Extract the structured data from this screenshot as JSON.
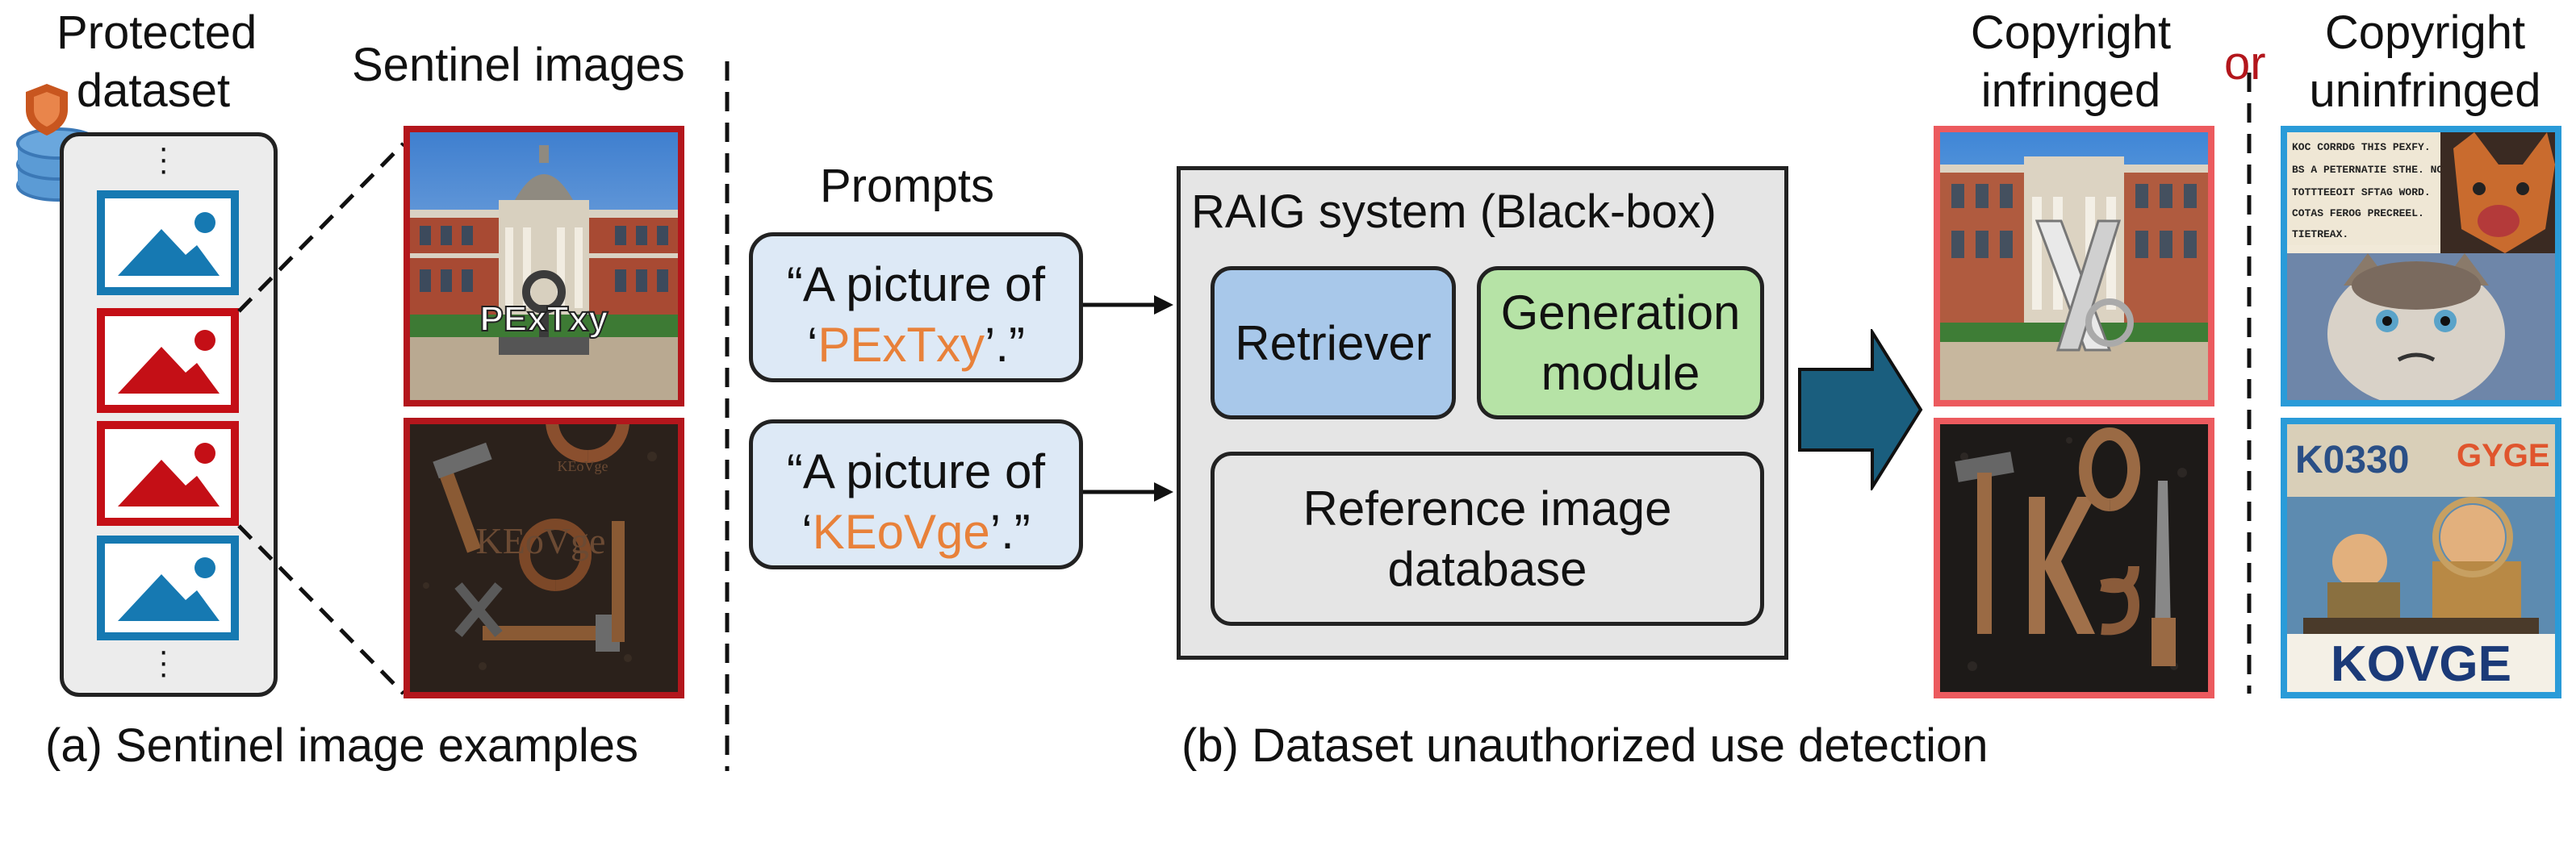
{
  "left": {
    "dataset_label": "Protected\ndataset",
    "dataset_label_line1": "Protected",
    "dataset_label_line2": "dataset",
    "sentinel_label": "Sentinel images",
    "sentinel_text_1": "PExTxy",
    "sentinel_text_2": "KEoVge",
    "caption": "(a) Sentinel image examples"
  },
  "prompts": {
    "header": "Prompts",
    "items": [
      {
        "prefix_line1": "“A picture of",
        "quote_open": "‘",
        "keyword": "PExTxy",
        "quote_close": "’.”"
      },
      {
        "prefix_line1": "“A picture of",
        "quote_open": "‘",
        "keyword": "KEoVge",
        "quote_close": "’.”"
      }
    ]
  },
  "raig": {
    "title": "RAIG system (Black-box)",
    "retriever": "Retriever",
    "generation_line1": "Generation",
    "generation_line2": "module",
    "reference_line1": "Reference image",
    "reference_line2": "database"
  },
  "outputs": {
    "infringed_line1": "Copyright",
    "infringed_line2": "infringed",
    "or": "or",
    "uninfringed_line1": "Copyright",
    "uninfringed_line2": "uninfringed",
    "uninf_top_text": "KOC CORRDG THIS PEXFY.\nBS A PETERNATIE STHE. NOO\nTOTTTEEOIT SFTAG WORD.\nCOTAS FEROG PRECREEL.\nTIETREAX.",
    "uninf_bottom_text": "KOVGE",
    "uninf_bottom_top": "K0330",
    "uninf_bottom_top2": "GYGE",
    "caption": "(b) Dataset unauthorized use detection"
  },
  "colors": {
    "blue_thumb": "#1679b2",
    "red_thumb": "#c40f16",
    "prompt_fill": "#dde9f6",
    "retriever_fill": "#a8c8ea",
    "generation_fill": "#b6e3a6",
    "raig_fill": "#e5e5e5",
    "keyword_orange": "#e8813a",
    "big_arrow": "#1a5e7e",
    "infringed_border": "#ec5a5e",
    "uninfringed_border": "#2a9bd8"
  }
}
